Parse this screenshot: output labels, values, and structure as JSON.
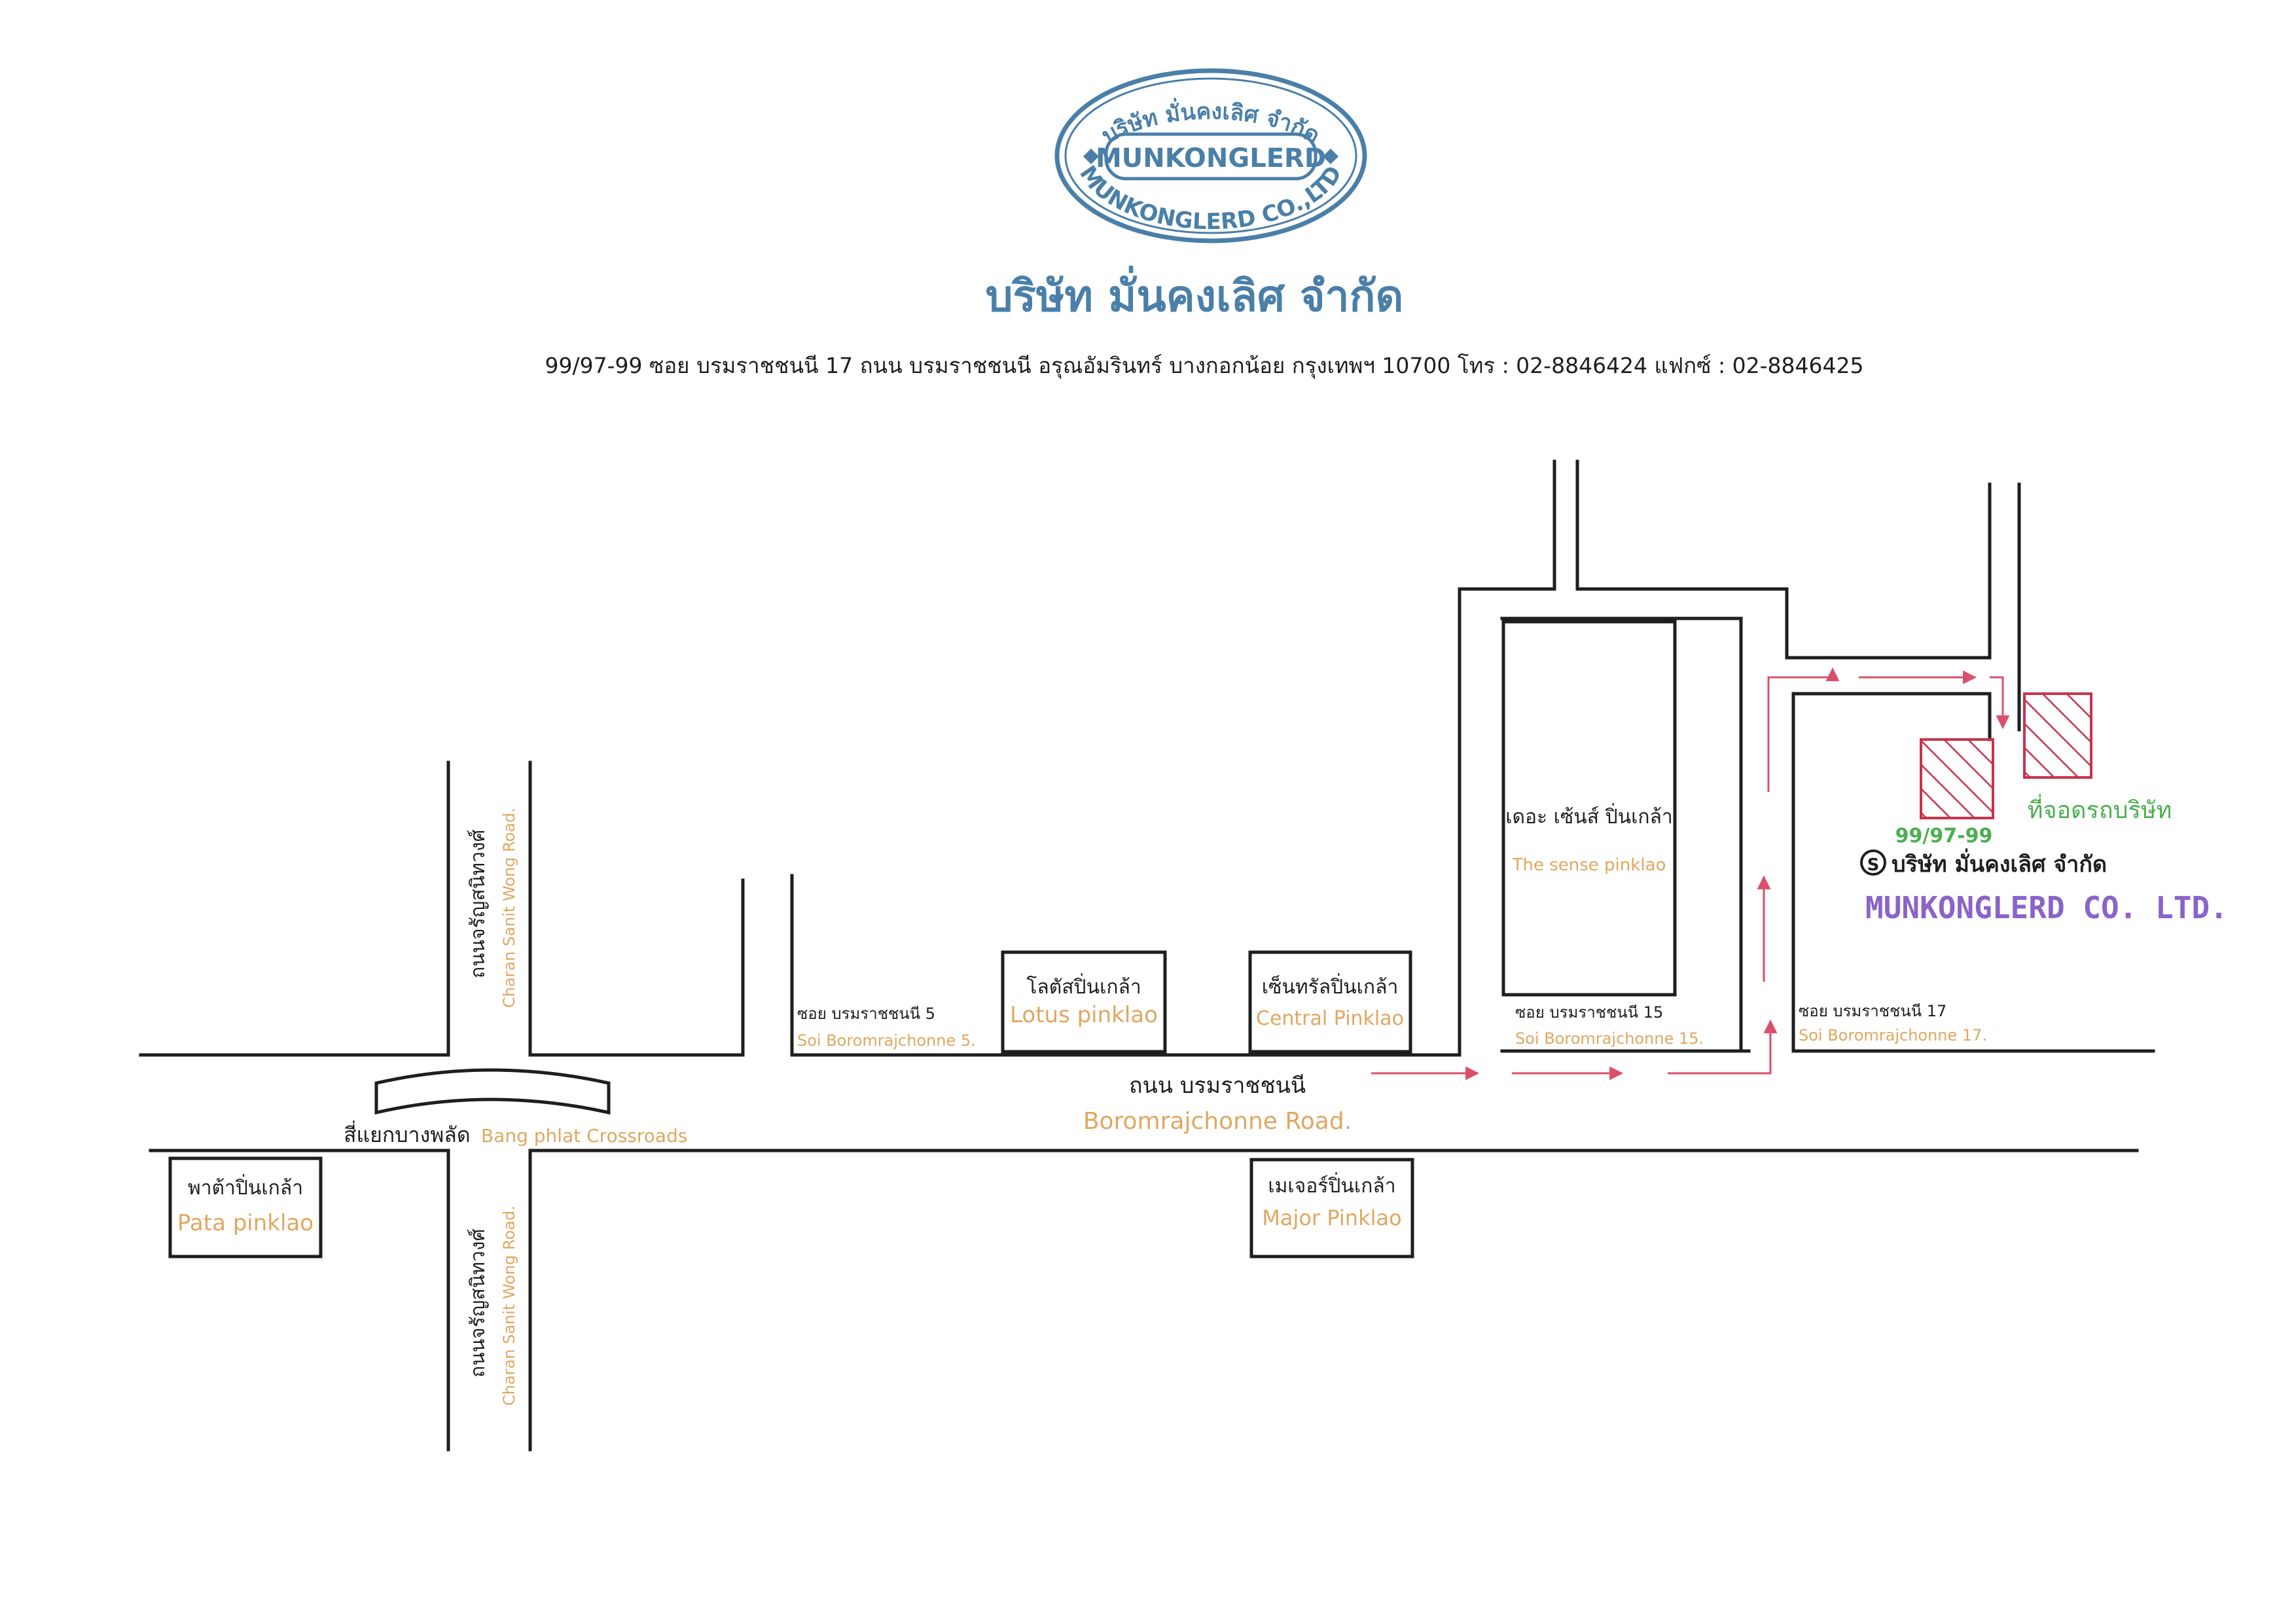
{
  "header": {
    "logo_upper_text": "บริษัท มั่นคงเลิศ จำกัด",
    "logo_center_text": "MUNKONGLERD",
    "logo_lower_text": "MUNKONGLERD CO.,LTD",
    "company_name_th": "บริษัท มั่นคงเลิศ จำกัด",
    "address_line": "99/97-99 ซอย บรมราชชนนี 17 ถนน บรมราชชนนี อรุณอัมรินทร์ บางกอกน้อย กรุงเทพฯ 10700  โทร : 02-8846424 แฟกซ์ : 02-8846425"
  },
  "roads": {
    "charan_th": "ถนนจรัญสนิทวงศ์",
    "charan_en": "Charan Sanit Wong Road.",
    "main_th": "ถนน บรมราชชนนี",
    "main_en": "Boromrajchonne Road.",
    "crossroads_th": "สี่แยกบางพลัด",
    "crossroads_en": "Bang phlat Crossroads",
    "soi5_th": "ซอย บรมราชชนนี  5",
    "soi5_en": "Soi Boromrajchonne  5.",
    "soi15_th": "ซอย บรมราชชนนี 15",
    "soi15_en": "Soi Boromrajchonne 15.",
    "soi17_th": "ซอย บรมราชชนนี 17",
    "soi17_en": "Soi Boromrajchonne 17."
  },
  "landmarks": {
    "lotus_th": "โลตัสปิ่นเกล้า",
    "lotus_en": "Lotus pinklao",
    "central_th": "เซ็นทรัลปิ่นเกล้า",
    "central_en": "Central Pinklao",
    "sense_th": "เดอะ เซ้นส์ ปิ่นเกล้า",
    "sense_en": "The sense pinklao",
    "pata_th": "พาต้าปิ่นเกล้า",
    "pata_en": "Pata pinklao",
    "major_th": "เมเจอร์ปิ่นเกล้า",
    "major_en": "Major Pinklao"
  },
  "destination": {
    "house_number": "99/97-99",
    "parking_label": "ที่จอดรถบริษัท",
    "marker_symbol": "S",
    "company_th": "บริษัท มั่นคงเลิศ จำกัด",
    "company_en": "MUNKONGLERD CO. LTD."
  },
  "colors": {
    "logo_blue": "#4a7fa8",
    "route_red": "#d9506a",
    "english_label": "#e0a760",
    "parking_green": "#4caf50",
    "brand_purple": "#8a64c8"
  },
  "icons": {
    "company_marker": "s-circle-icon",
    "route_arrows": "arrow-icon"
  }
}
